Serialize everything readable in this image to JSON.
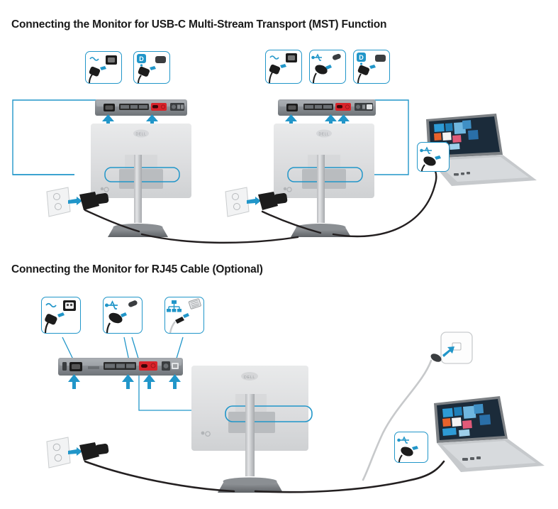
{
  "document": {
    "type": "monitor-connection-instructions",
    "accent_color": "#2196c9",
    "callout_border_color": "#2196c9",
    "monitor_body_color": "#d9dadb",
    "io_panel_color": "#8d9196",
    "port_red_color": "#d8232a",
    "cable_black_color": "#231f20",
    "cable_gray_color": "#c7c9cb"
  },
  "sections": [
    {
      "id": "mst",
      "title": "Connecting the Monitor for USB-C Multi-Stream Transport (MST) Function",
      "callouts": [
        {
          "id": "mst-ac-1",
          "icon": "ac-power-icon",
          "icon_glyph": "~",
          "port": "ac-socket",
          "cable": "black",
          "label": "AC power"
        },
        {
          "id": "mst-dp-1",
          "icon": "displayport-icon",
          "icon_glyph": "DP",
          "port": "displayport",
          "cable": "black",
          "label": "DisplayPort"
        },
        {
          "id": "mst-ac-2",
          "icon": "ac-power-icon",
          "icon_glyph": "~",
          "port": "ac-socket",
          "cable": "black",
          "label": "AC power"
        },
        {
          "id": "mst-usbc",
          "icon": "usb-icon",
          "icon_glyph": "USB",
          "port": "usb-c",
          "cable": "black",
          "label": "USB-C"
        },
        {
          "id": "mst-dp-2",
          "icon": "displayport-icon",
          "icon_glyph": "DP",
          "port": "displayport",
          "cable": "black",
          "label": "DisplayPort"
        },
        {
          "id": "mst-laptop-usbc",
          "icon": "usb-icon",
          "icon_glyph": "USB",
          "port": "usb-c",
          "cable": "black",
          "label": "USB-C to laptop"
        }
      ],
      "devices": [
        {
          "id": "monitor-left",
          "type": "monitor",
          "brand": "DELL",
          "arrows": 2
        },
        {
          "id": "monitor-right",
          "type": "monitor",
          "brand": "DELL",
          "arrows": 3
        },
        {
          "id": "laptop",
          "type": "laptop",
          "screen": "windows-tiles"
        },
        {
          "id": "outlet-left",
          "type": "wall-outlet"
        },
        {
          "id": "outlet-right",
          "type": "wall-outlet"
        }
      ]
    },
    {
      "id": "rj45",
      "title": "Connecting the Monitor for RJ45 Cable (Optional)",
      "callouts": [
        {
          "id": "rj45-ac",
          "icon": "ac-power-icon",
          "icon_glyph": "~",
          "port": "ac-socket",
          "cable": "black",
          "label": "AC power"
        },
        {
          "id": "rj45-usbc",
          "icon": "usb-icon",
          "icon_glyph": "USB",
          "port": "usb-c",
          "cable": "black",
          "label": "USB-C"
        },
        {
          "id": "rj45-lan",
          "icon": "network-icon",
          "icon_glyph": "LAN",
          "port": "rj45",
          "cable": "gray",
          "label": "RJ45"
        },
        {
          "id": "rj45-laptop-usbc",
          "icon": "usb-icon",
          "icon_glyph": "USB",
          "port": "usb-c",
          "cable": "black",
          "label": "USB-C to laptop"
        }
      ],
      "devices": [
        {
          "id": "monitor",
          "type": "monitor",
          "brand": "DELL",
          "arrows": 4
        },
        {
          "id": "laptop",
          "type": "laptop",
          "screen": "windows-tiles"
        },
        {
          "id": "outlet",
          "type": "wall-outlet"
        },
        {
          "id": "wall-jack",
          "type": "wall-network-jack"
        }
      ]
    }
  ]
}
